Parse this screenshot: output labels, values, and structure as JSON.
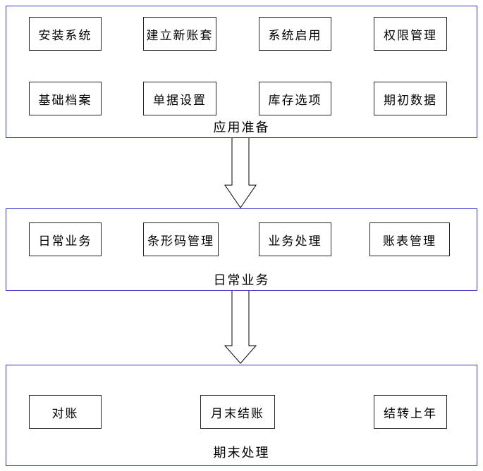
{
  "diagram": {
    "type": "flowchart",
    "direction": "top-down",
    "colors": {
      "section_border": "#3333cc",
      "box_border": "#262626",
      "text": "#000000",
      "background": "#ffffff"
    },
    "sections": [
      {
        "label": "应用准备",
        "boxes": [
          "安装系统",
          "建立新账套",
          "系统启用",
          "权限管理",
          "基础档案",
          "单据设置",
          "库存选项",
          "期初数据"
        ]
      },
      {
        "label": "日常业务",
        "boxes": [
          "日常业务",
          "条形码管理",
          "业务处理",
          "账表管理"
        ]
      },
      {
        "label": "期末处理",
        "boxes": [
          "对账",
          "月末结账",
          "结转上年"
        ]
      }
    ],
    "connectors": [
      {
        "from": "应用准备",
        "to": "日常业务",
        "style": "hollow-down-arrow"
      },
      {
        "from": "日常业务",
        "to": "期末处理",
        "style": "hollow-down-arrow"
      }
    ]
  }
}
